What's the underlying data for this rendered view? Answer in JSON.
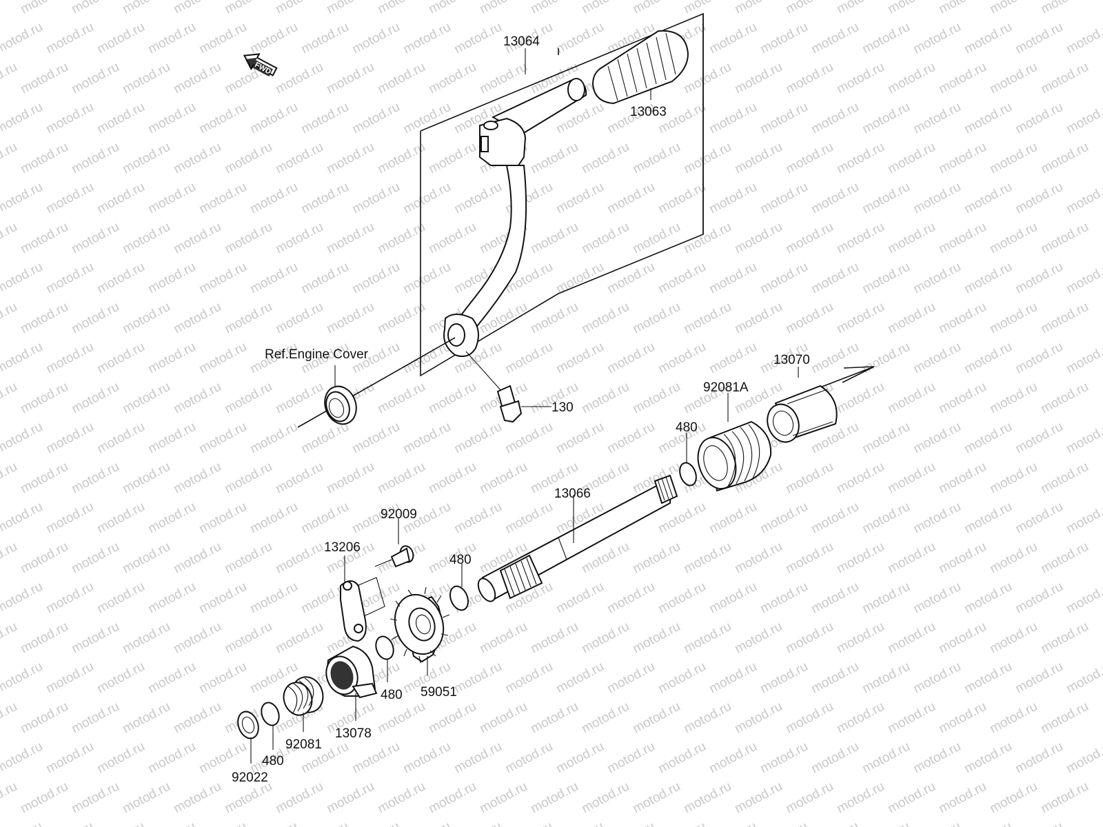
{
  "watermark": {
    "text": "motod.ru"
  },
  "direction_marker": {
    "text": "FWD"
  },
  "reference": {
    "engine_cover": "Ref.Engine Cover"
  },
  "parts": {
    "lever_assembly": "13064",
    "pedal_rubber": "13063",
    "bolt": "130",
    "sleeve": "13070",
    "return_spring_a": "92081A",
    "circlip_upper": "480",
    "kick_shaft": "13066",
    "bolt_small": "92009",
    "guide_plate": "13206",
    "circlip_mid": "480",
    "kick_gear": "59051",
    "circlip_gear": "480",
    "ratchet": "13078",
    "spring": "92081",
    "circlip_low": "480",
    "washer": "92022"
  }
}
